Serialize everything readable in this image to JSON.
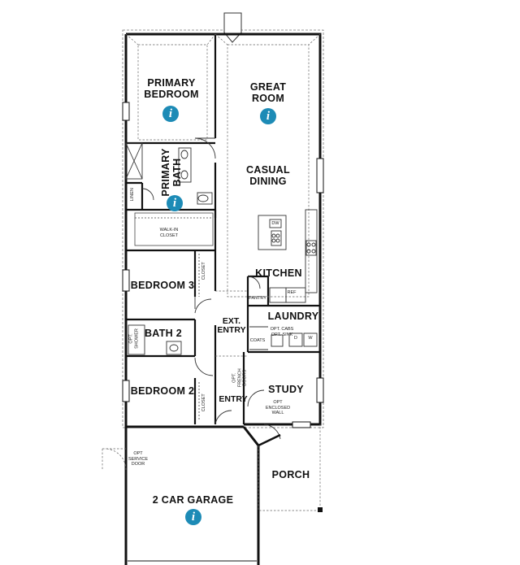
{
  "rooms": {
    "primary_bedroom": "PRIMARY BEDROOM",
    "great_room": "GREAT ROOM",
    "casual_dining": "CASUAL DINING",
    "primary_bath": "PRIMARY BATH",
    "linen": "LINEN",
    "walk_in_closet": "WALK-IN CLOSET",
    "kitchen": "KITCHEN",
    "pantry": "PANTRY",
    "ref": "REF",
    "dw": "DW",
    "bedroom_3": "BEDROOM 3",
    "closet_3": "CLOSET",
    "laundry": "LAUNDRY",
    "ext_entry": "EXT. ENTRY",
    "bath_2": "BATH 2",
    "opt_shower": "OPT. SHOWER",
    "coats": "COATS",
    "opt_cabs_sink": "OPT. CABS OPT. SINK",
    "dryer": "D",
    "washer": "W",
    "bedroom_2": "BEDROOM 2",
    "closet_2": "CLOSET",
    "opt_french_doors": "OPT. FRENCH DOORS",
    "entry": "ENTRY",
    "study": "STUDY",
    "opt_enclosed_wall": "OPT ENCLOSED WALL",
    "opt_service_door": "OPT SERVICE DOOR",
    "porch": "PORCH",
    "garage": "2 CAR GARAGE"
  },
  "info_icon_glyph": "i",
  "colors": {
    "wall": "#111111",
    "info_icon": "#1d8bb6",
    "dashed": "#555555"
  }
}
